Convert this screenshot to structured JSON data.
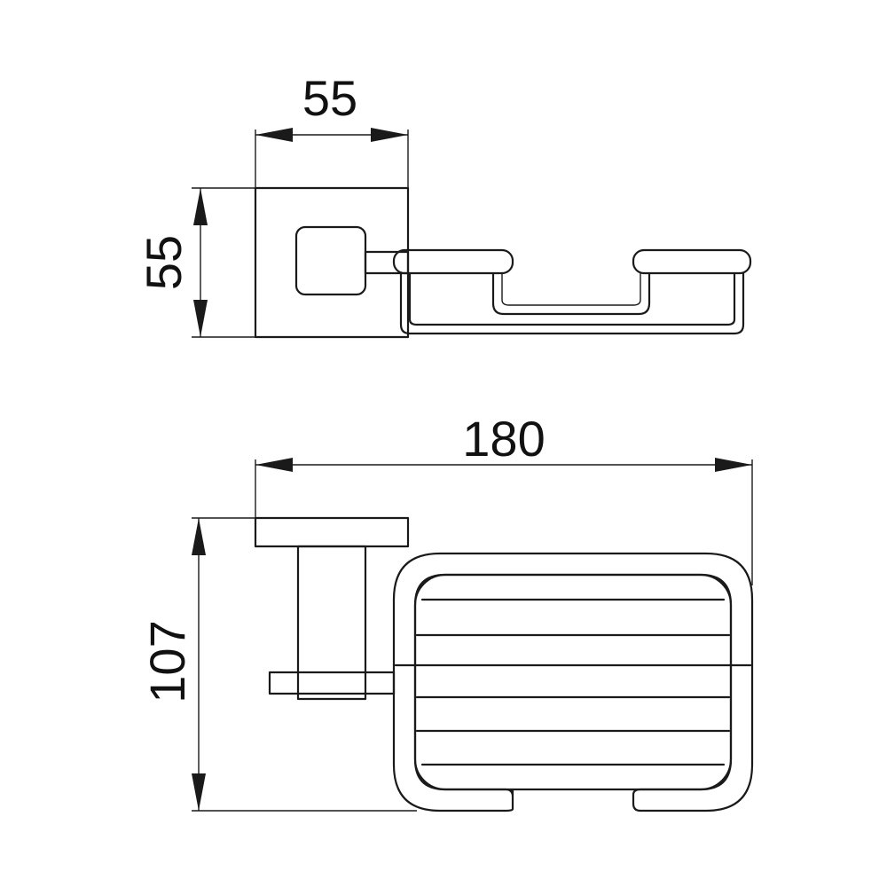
{
  "dimensions": {
    "top_width": "55",
    "top_height": "55",
    "overall_length": "180",
    "overall_height": "107"
  }
}
